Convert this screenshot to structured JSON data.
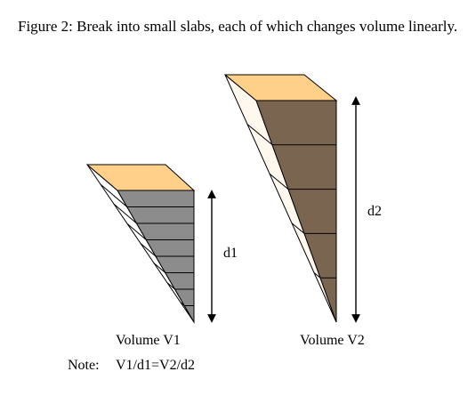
{
  "figure": {
    "caption": "Figure 2: Break into small slabs, each of which changes volume linearly."
  },
  "left_wedge": {
    "name": "Volume V1",
    "depth_label": "d1",
    "slab_count": 8,
    "colors": {
      "top": "#FFD08A",
      "front": "#8C8C8C",
      "side": "#FFFFFF",
      "lines": "#000000"
    }
  },
  "right_wedge": {
    "name": "Volume V2",
    "depth_label": "d2",
    "slab_count": 5,
    "colors": {
      "top": "#FFD08A",
      "front": "#7A6650",
      "side": "#FFF8EE",
      "lines": "#000000"
    }
  },
  "note": {
    "label": "Note:",
    "relation": "V1/d1=V2/d2"
  }
}
